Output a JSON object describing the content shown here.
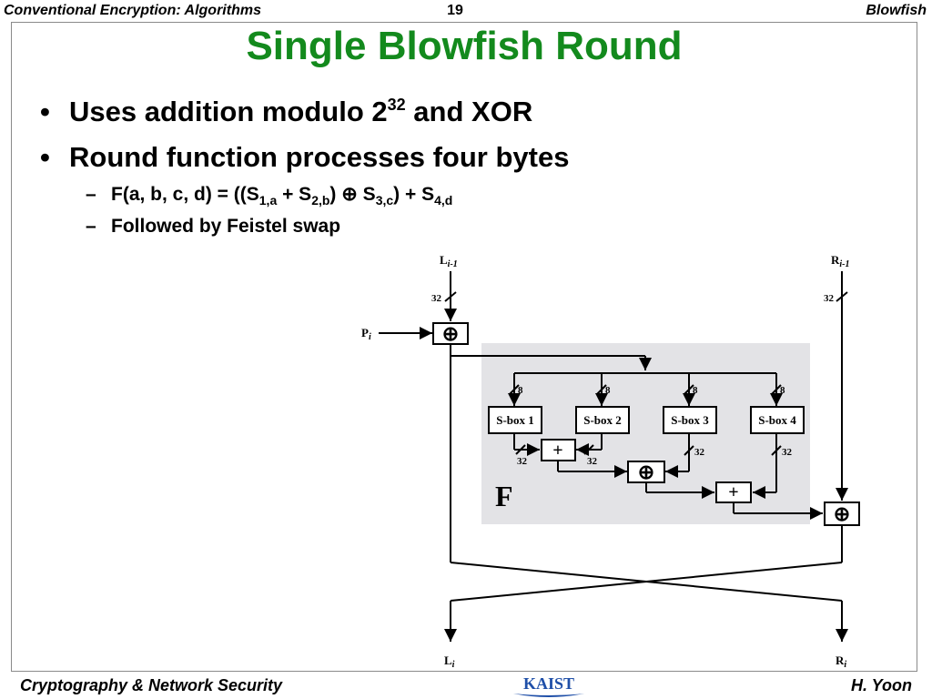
{
  "header": {
    "left": "Conventional Encryption: Algorithms",
    "page_number": "19",
    "right": "Blowfish"
  },
  "title": "Single Blowfish Round",
  "bullets": {
    "b1_text": "Uses addition modulo 2",
    "b1_sup": "32",
    "b1_tail": " and XOR",
    "b2_text": "Round function processes four bytes"
  },
  "subbullets": {
    "s1": {
      "t1": "F(a, b, c, d) = ((S",
      "sub1": "1,a",
      "t2": " + S",
      "sub2": "2,b",
      "t3": ") ⊕ S",
      "sub3": "3,c",
      "t4": ") + S",
      "sub4": "4,d"
    },
    "s2": "Followed by Feistel swap"
  },
  "diagram": {
    "L_in": "L",
    "L_in_sub": "i-1",
    "R_in": "R",
    "R_in_sub": "i-1",
    "P": "P",
    "P_sub": "i",
    "width_32": "32",
    "width_8": "8",
    "sboxes": [
      "S-box 1",
      "S-box 2",
      "S-box 3",
      "S-box 4"
    ],
    "xor_symbol": "⊕",
    "plus_symbol": "+",
    "F_label": "F",
    "L_out": "L",
    "L_out_sub": "i",
    "R_out": "R",
    "R_out_sub": "i"
  },
  "footer": {
    "left": "Cryptography & Network Security",
    "right": "H. Yoon",
    "logo_text": "KAIST"
  },
  "colors": {
    "title": "#138a1d",
    "f_region": "#e3e3e6",
    "logo": "#1f4fa8"
  }
}
